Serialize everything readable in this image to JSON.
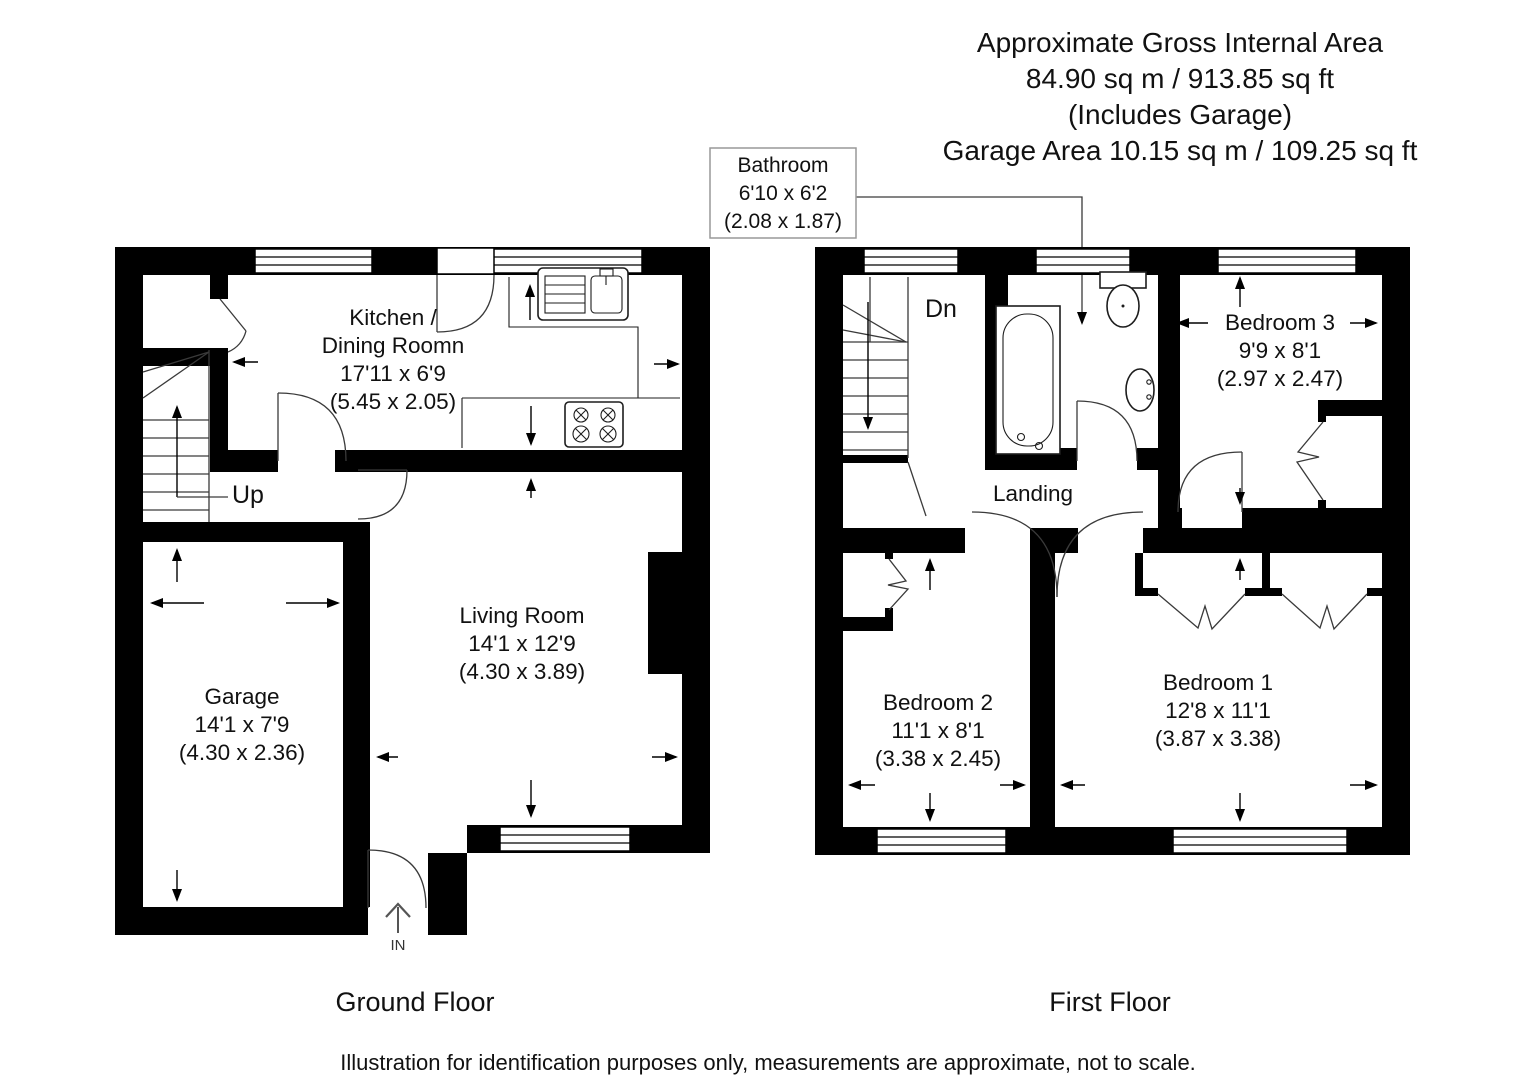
{
  "header": {
    "line1": "Approximate Gross Internal Area",
    "line2": "84.90 sq m / 913.85 sq ft",
    "line3": "(Includes Garage)",
    "line4": "Garage Area 10.15 sq m / 109.25 sq ft"
  },
  "callout": {
    "room": "Bathroom",
    "imperial": "6'10 x 6'2",
    "metric": "(2.08 x 1.87)"
  },
  "ground_floor": {
    "label": "Ground Floor",
    "stairs_label": "Up",
    "entrance_label": "IN",
    "rooms": {
      "kitchen": {
        "name_line1": "Kitchen /",
        "name_line2": "Dining Roomn",
        "imperial": "17'11 x 6'9",
        "metric": "(5.45 x 2.05)"
      },
      "living_room": {
        "name": "Living Room",
        "imperial": "14'1 x 12'9",
        "metric": "(4.30 x 3.89)"
      },
      "garage": {
        "name": "Garage",
        "imperial": "14'1 x 7'9",
        "metric": "(4.30 x 2.36)"
      }
    }
  },
  "first_floor": {
    "label": "First Floor",
    "stairs_label": "Dn",
    "rooms": {
      "landing": {
        "name": "Landing"
      },
      "bedroom1": {
        "name": "Bedroom 1",
        "imperial": "12'8 x 11'1",
        "metric": "(3.87 x 3.38)"
      },
      "bedroom2": {
        "name": "Bedroom 2",
        "imperial": "11'1 x 8'1",
        "metric": "(3.38 x 2.45)"
      },
      "bedroom3": {
        "name": "Bedroom 3",
        "imperial": "9'9 x 8'1",
        "metric": "(2.97 x 2.47)"
      }
    }
  },
  "disclaimer": "Illustration for identification purposes only, measurements are approximate, not to scale.",
  "colors": {
    "wall": "#000000",
    "background": "#ffffff",
    "text": "#111111",
    "thin_line": "#3a3a3a",
    "callout_border": "#999999"
  }
}
